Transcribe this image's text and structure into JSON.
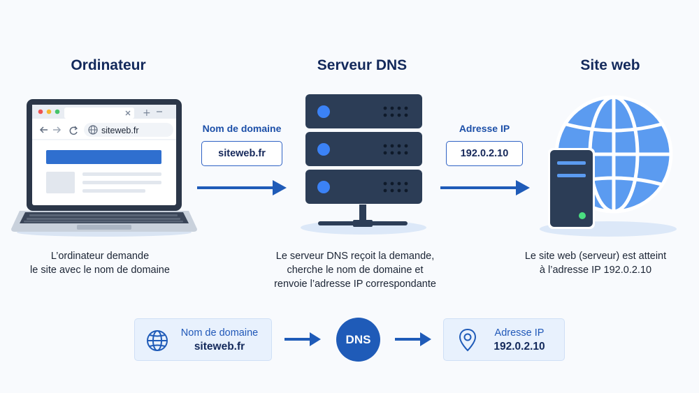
{
  "columns": {
    "computer": {
      "title": "Ordinateur",
      "description": [
        "L’ordinateur demande",
        "le site avec le nom de domaine"
      ]
    },
    "dns": {
      "title": "Serveur DNS",
      "description": [
        "Le serveur DNS reçoit la demande,",
        "cherche le nom de domaine et",
        "renvoie l’adresse IP correspondante"
      ]
    },
    "website": {
      "title": "Site web",
      "description": [
        "Le site web (serveur) est atteint",
        "à l’adresse IP 192.0.2.10"
      ]
    }
  },
  "browser": {
    "url": "siteweb.fr",
    "new_tab_symbol": "+",
    "icons": [
      "back-arrow-icon",
      "forward-arrow-icon",
      "reload-icon",
      "globe-icon"
    ]
  },
  "flow_top": {
    "left_label": "Nom de domaine",
    "left_value": "siteweb.fr",
    "right_label": "Adresse IP",
    "right_value": "192.0.2.10"
  },
  "summary": {
    "domain_card": {
      "label": "Nom de domaine",
      "value": "siteweb.fr",
      "icon": "globe-icon"
    },
    "dns_badge": "DNS",
    "ip_card": {
      "label": "Adresse IP",
      "value": "192.0.2.10",
      "icon": "location-pin-icon"
    }
  },
  "colors": {
    "title": "#13295b",
    "arrow": "#1f5bb8",
    "server_body": "#2c3d56",
    "led_blue": "#3b82f6",
    "globe": "#5b9bf0",
    "status_green": "#4ade80",
    "card_bg": "#e8f1fd"
  }
}
